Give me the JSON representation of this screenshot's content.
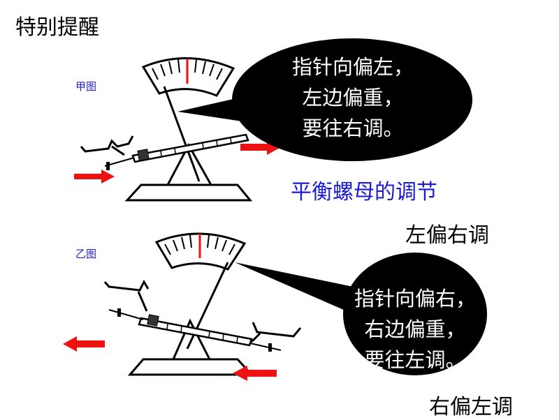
{
  "title": "特别提醒",
  "figures": [
    {
      "label": "甲图",
      "bubble": [
        "指针向偏左，",
        "左边偏重，",
        "要往右调。"
      ]
    },
    {
      "label": "乙图",
      "bubble": [
        "指针向偏右，",
        "右边偏重，",
        "要往左调。"
      ]
    }
  ],
  "heading": "平衡螺母的调节",
  "hints": [
    "左偏右调",
    "右偏左调"
  ],
  "colors": {
    "arrow": "#ee1111",
    "bubble": "#000000",
    "heading": "#1a1ad6",
    "pointer_mark": "#ee1111"
  }
}
